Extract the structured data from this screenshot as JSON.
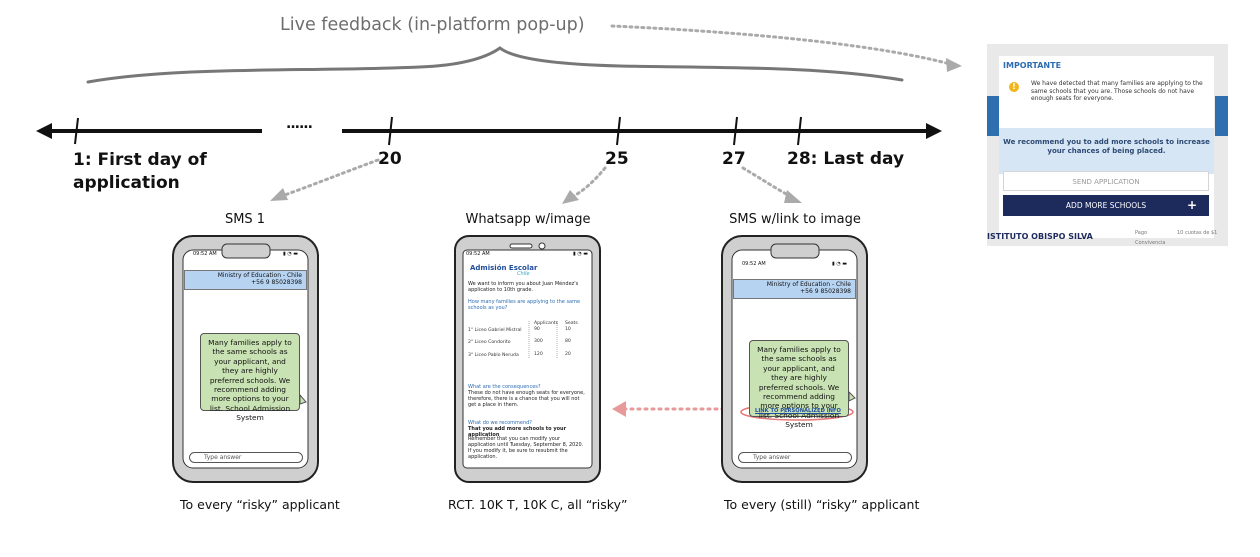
{
  "top_label": "Live feedback (in-platform pop-up)",
  "timeline": {
    "ellipsis": "......",
    "days": [
      {
        "label": "1: First day of\napplication"
      },
      {
        "label": "20"
      },
      {
        "label": "25"
      },
      {
        "label": "27"
      },
      {
        "label": "28: Last day"
      }
    ]
  },
  "phones": [
    {
      "title": "SMS 1",
      "caption": "To every “risky” applicant",
      "time": "09:52 AM",
      "header": "Ministry of Education - Chile\n+56 9 85028398",
      "message": "Many families apply to the same schools as your applicant, and they are highly preferred schools. We recommend adding more options to your list. School Admission System",
      "input_placeholder": "Type answer"
    },
    {
      "title": "Whatsapp w/image",
      "caption": "RCT. 10K T, 10K C, all “risky”",
      "time": "09:52 AM",
      "logo_line1": "Admisión Escolar",
      "logo_line2": "Chile",
      "intro": "We want to inform you about Juan Méndez's application to 10th grade.",
      "question1": "How many families are applying to the same schools as you?",
      "table_headers": [
        "Applicants",
        "Seats"
      ],
      "table_rows": [
        {
          "school": "1° Liceo Gabriel Mistral",
          "applicants": "90",
          "seats": "10"
        },
        {
          "school": "2° Liceo Condorito",
          "applicants": "300",
          "seats": "80"
        },
        {
          "school": "3° Liceo Pablo Neruda",
          "applicants": "120",
          "seats": "20"
        }
      ],
      "question2": "What are the consequences?",
      "answer2": "These do not have enough seats for everyone, therefore, there is a chance that you will not get a place in them.",
      "question3": "What do we recommend?",
      "answer3": "That you add more schools to your application",
      "footer": "Remember that you can modify your application until Tuesday, September 8, 2020. If you modify it, be sure to resubmit the application."
    },
    {
      "title": "SMS w/link to image",
      "caption": "To every (still) “risky” applicant",
      "time": "09:52 AM",
      "header": "Ministry of Education - Chile\n+56 9 85028398",
      "message": "Many families apply to the same schools as your applicant, and they are highly preferred schools. We recommend adding more options to your list. School Admission System",
      "link": "LINK TO PERSONALIZED INFO",
      "input_placeholder": "Type answer"
    }
  ],
  "popup": {
    "title": "IMPORTANTE",
    "text": "We have detected that many families are applying to the same schools that you are. Those schools do not have enough seats for everyone.",
    "recommend": "We recommend you to add more schools to increase your chances of being placed.",
    "send_button": "SEND APPLICATION",
    "add_button": "ADD MORE SCHOOLS",
    "plus": "+",
    "background_text": "ISTITUTO OBISPO SILVA",
    "background_small1": "Pago",
    "background_small2": "10 cuotas de $1",
    "background_small3": "Convivencia"
  },
  "colors": {
    "bubble": "#c9e2b3",
    "header": "#b6d3f2",
    "arrow_gray": "#aaaaaa",
    "arrow_red": "#e69a9a",
    "popup_blue": "#2e6db3",
    "popup_button": "#1d2a5c"
  }
}
